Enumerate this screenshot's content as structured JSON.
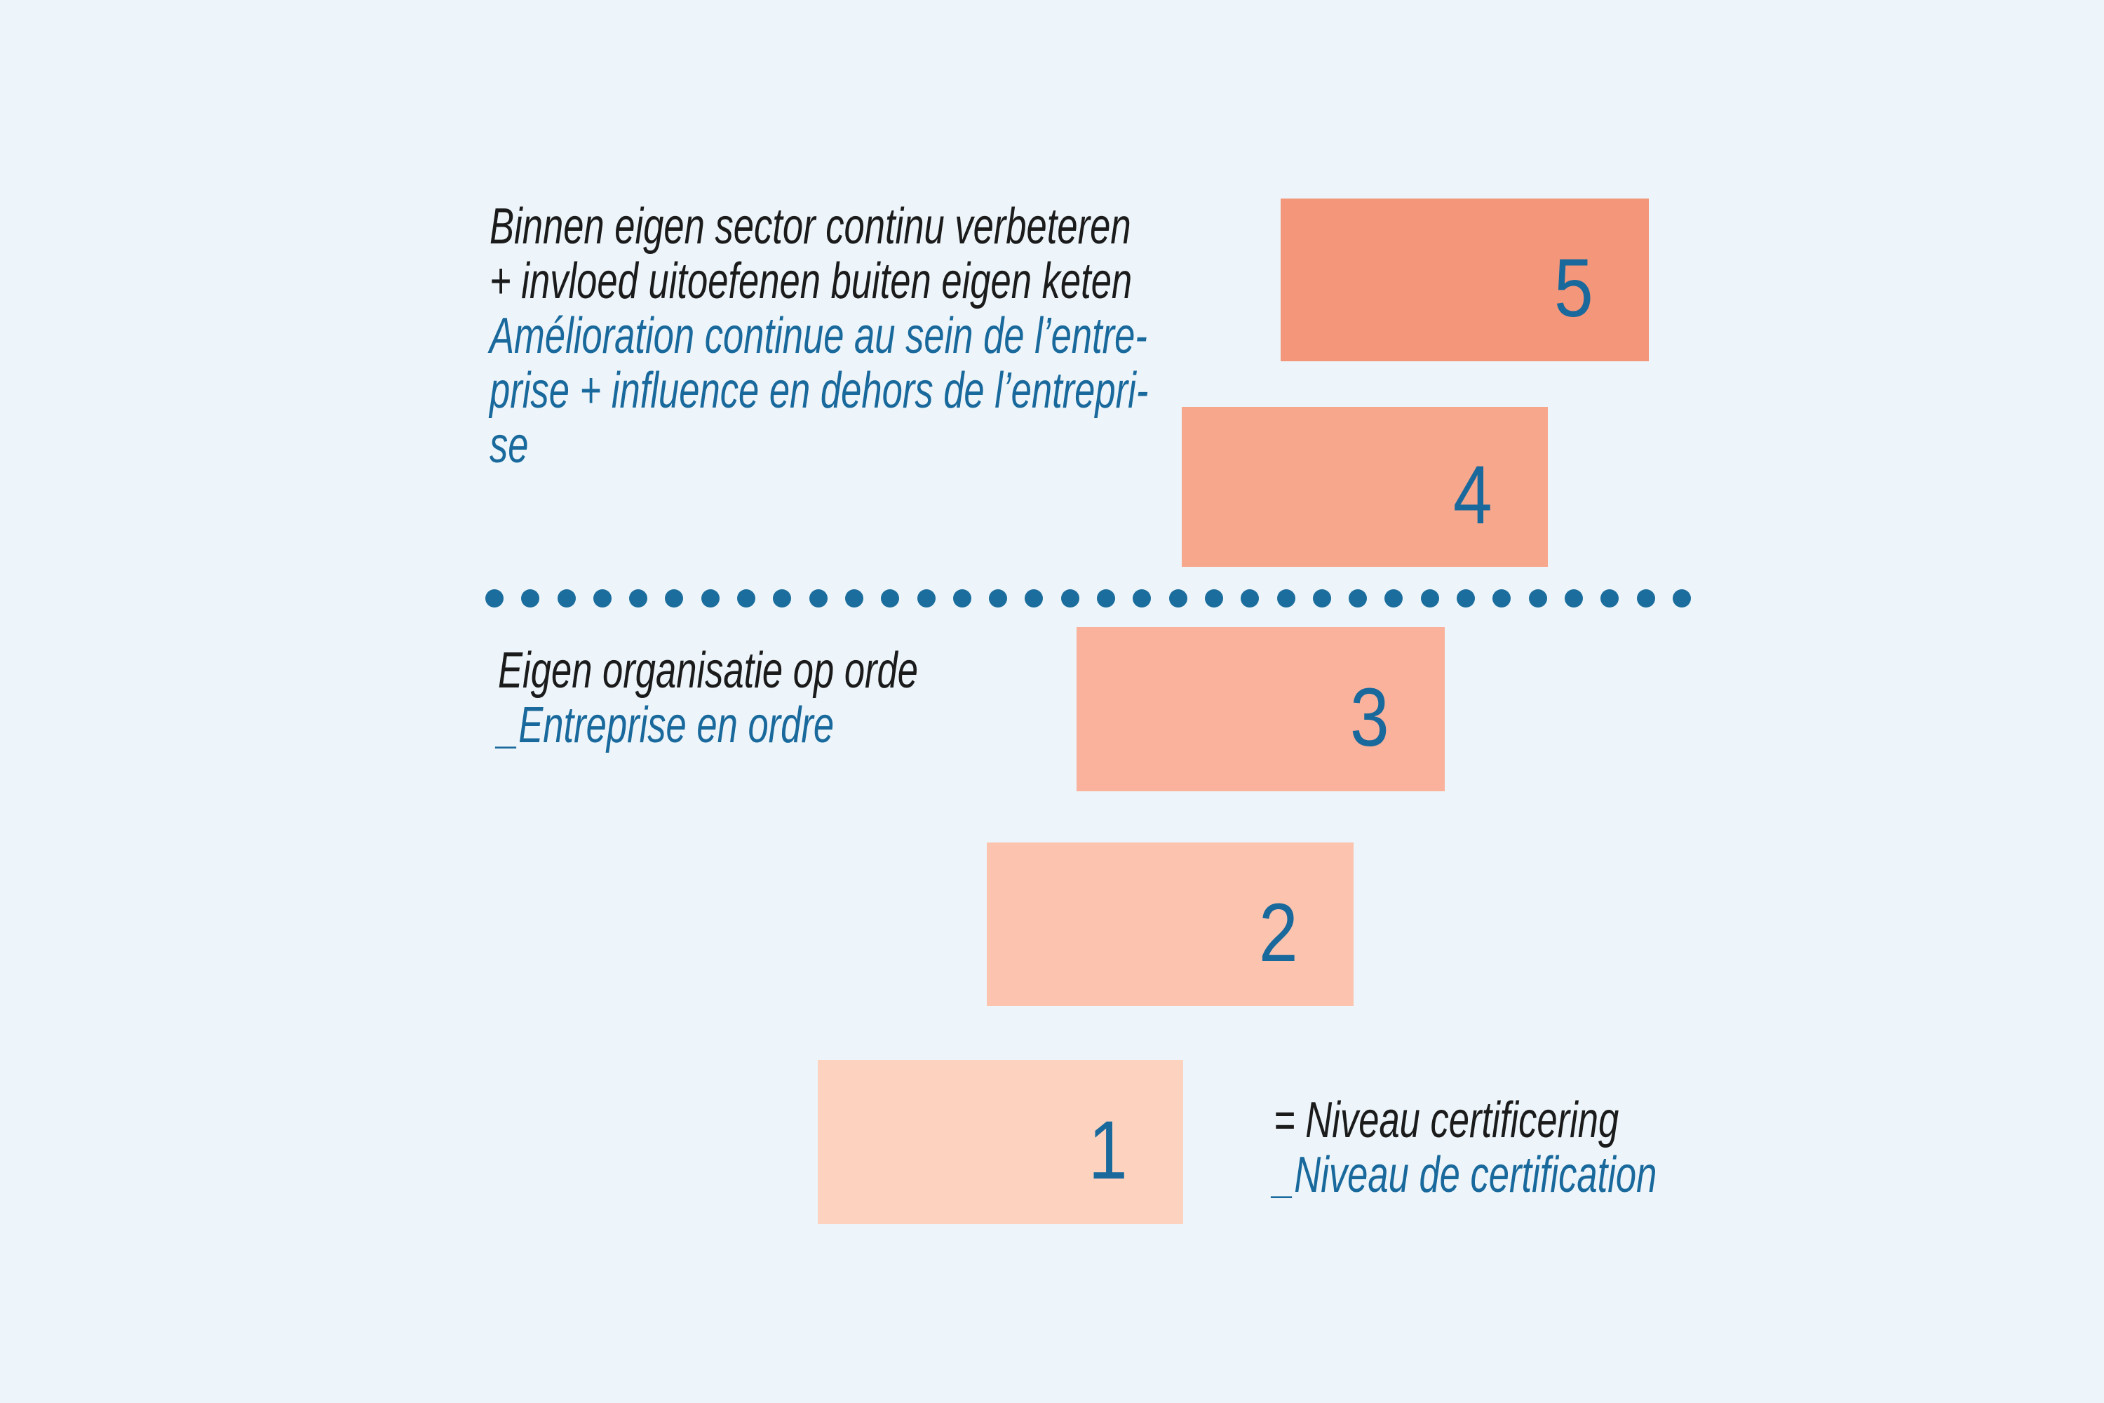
{
  "background_color": "#edf5fa",
  "palette": {
    "black": "#1b1b1b",
    "blue": "#19699c"
  },
  "top_text": {
    "dutch_lines": [
      "Binnen eigen sector continu verbeteren",
      "+ invloed uitoefenen buiten eigen keten"
    ],
    "french_lines": [
      "Amélioration continue au sein de l’entre-",
      "prise + influence en dehors de l’entrepri-",
      "se"
    ]
  },
  "middle_text": {
    "dutch": "Eigen organisatie op orde",
    "french": "_Entreprise en ordre"
  },
  "legend": {
    "dutch": "= Niveau certificering",
    "french": "_Niveau de certification"
  },
  "levels": [
    {
      "number": "5",
      "color": "#f4967a"
    },
    {
      "number": "4",
      "color": "#f7a78c"
    },
    {
      "number": "3",
      "color": "#fab29c"
    },
    {
      "number": "2",
      "color": "#fcc3ae"
    },
    {
      "number": "1",
      "color": "#fdd3c0"
    }
  ],
  "divider": {
    "dot_count": 34,
    "dot_color": "#1a6d9d"
  }
}
